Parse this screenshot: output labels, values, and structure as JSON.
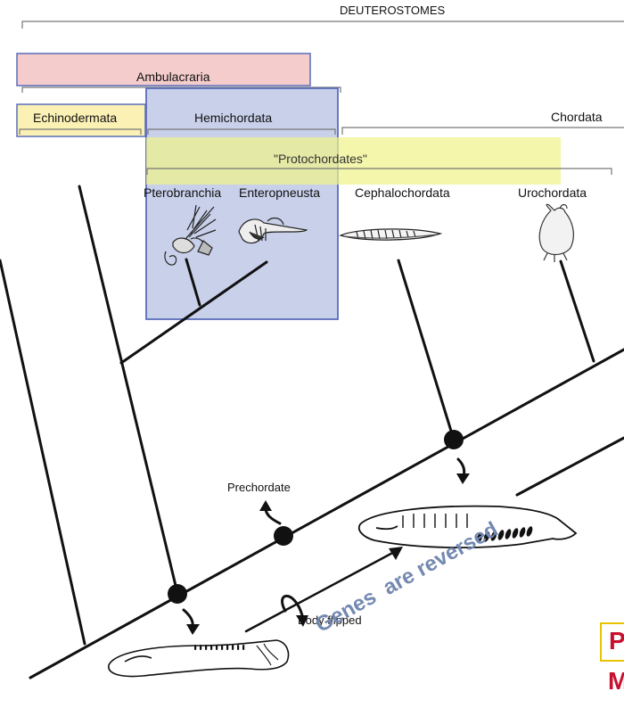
{
  "clades": {
    "deuterostomes": "DEUTEROSTOMES",
    "ambulacraria": "Ambulacraria",
    "echinodermata": "Echinodermata",
    "hemichordata": "Hemichordata",
    "chordata": "Chordata",
    "protochordates": "\"Protochordates\""
  },
  "taxa": {
    "pterobranchia": "Pterobranchia",
    "enteropneusta": "Enteropneusta",
    "cephalochordata": "Cephalochordata",
    "urochordata": "Urochordata"
  },
  "annotations": {
    "prechordate": "Prechordate",
    "body_flipped": "Body flipped",
    "genes_reversed": "Genes  are reversed",
    "edge_letter_1": "P",
    "edge_letter_2": "M"
  },
  "colors": {
    "ambulacraria_fill": "#f5cccc",
    "echinodermata_fill": "#fbf1b5",
    "hemichordata_fill": "#c5cde9",
    "hemichordata_border": "#5a6dba",
    "protochordates_fill": "#eef28a",
    "genes_text": "#7489b2",
    "edge_red": "#c8102e",
    "edge_box_border": "#e8c300"
  }
}
